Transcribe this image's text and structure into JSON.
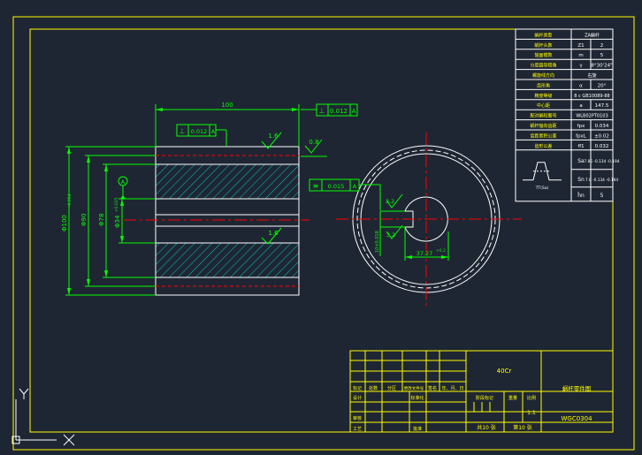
{
  "colors": {
    "background": "#1f2633",
    "border": "#ffff00",
    "outline": "#ffffff",
    "dimension": "#00ff00",
    "centerline": "#ff0000",
    "hatch": "#00d0d0",
    "tolerance": "#00ff00"
  },
  "dims": {
    "length": "100",
    "perp_tol": "0.012",
    "perp_datum": "A",
    "perp_tol2": "0.012",
    "perp_datum2": "A",
    "rough_top": "1.6",
    "rough_bottom": "1.6",
    "rough_outer": "0.8",
    "sym_tol": "0.015",
    "sym_datum": "A",
    "key_rough": "3.2",
    "bore_rough": "3.2",
    "keyway_depth": "37.27",
    "keyway_tol": "+0.2",
    "datum_a": "A",
    "d_outer": "Φ100",
    "d_outer_tol": "-0.054",
    "d90": "Φ90",
    "d78": "Φ78",
    "d_bore": "Φ34",
    "d_bore_tol": "+0.025",
    "key_width": "10±0.018"
  },
  "param_table": {
    "rows": [
      {
        "label": "蜗杆类型",
        "sym": "",
        "val": "ZA蜗杆"
      },
      {
        "label": "蜗杆头数",
        "sym": "Z1",
        "val": "2"
      },
      {
        "label": "轴面模数",
        "sym": "m",
        "val": "5"
      },
      {
        "label": "分度圆导程角",
        "sym": "γ",
        "val": "8°30'24\""
      },
      {
        "label": "螺旋线方向",
        "sym": "",
        "val": "右旋"
      },
      {
        "label": "齿形角",
        "sym": "α",
        "val": "20°"
      },
      {
        "label": "精度等级",
        "sym": "",
        "val": "8 c GB10089-88"
      },
      {
        "label": "中心距",
        "sym": "a",
        "val": "147.5"
      },
      {
        "label": "配对蜗轮图号",
        "sym": "",
        "val": "WLB02PT0103"
      },
      {
        "label": "蜗杆轴向齿距",
        "sym": "fpx",
        "val": "0.034"
      },
      {
        "label": "齿距累积公差",
        "sym": "fpxL",
        "val": "±0.02"
      },
      {
        "label": "齿形公差",
        "sym": "ff1",
        "val": "0.032"
      }
    ],
    "sa_label": "Sa",
    "sa_val": "7.85 -0.134 -0.194",
    "sn_label": "Sn",
    "sn_val": "7.8 -0.134 -0.194",
    "hn_label": "h̄n",
    "hn_val": "5",
    "profile_label": "TT(Sa)"
  },
  "title_block": {
    "material": "40Cr",
    "part_name": "蜗杆零件图",
    "drawing_no": "WGC0304",
    "h_mark": "标记",
    "h_count": "处数",
    "h_zone": "分区",
    "h_change": "更改文件号",
    "h_sign": "签名",
    "h_date": "年、月、日",
    "design": "设计",
    "standard": "标准化",
    "review": "审核",
    "process": "工艺",
    "approve": "批准",
    "stage": "阶段标记",
    "weight": "重量",
    "scale": "比例",
    "scale_val": "1:1",
    "sheets": "共10 张",
    "sheet": "第10 张"
  },
  "ucs": {
    "y": "Y",
    "x": "X"
  }
}
